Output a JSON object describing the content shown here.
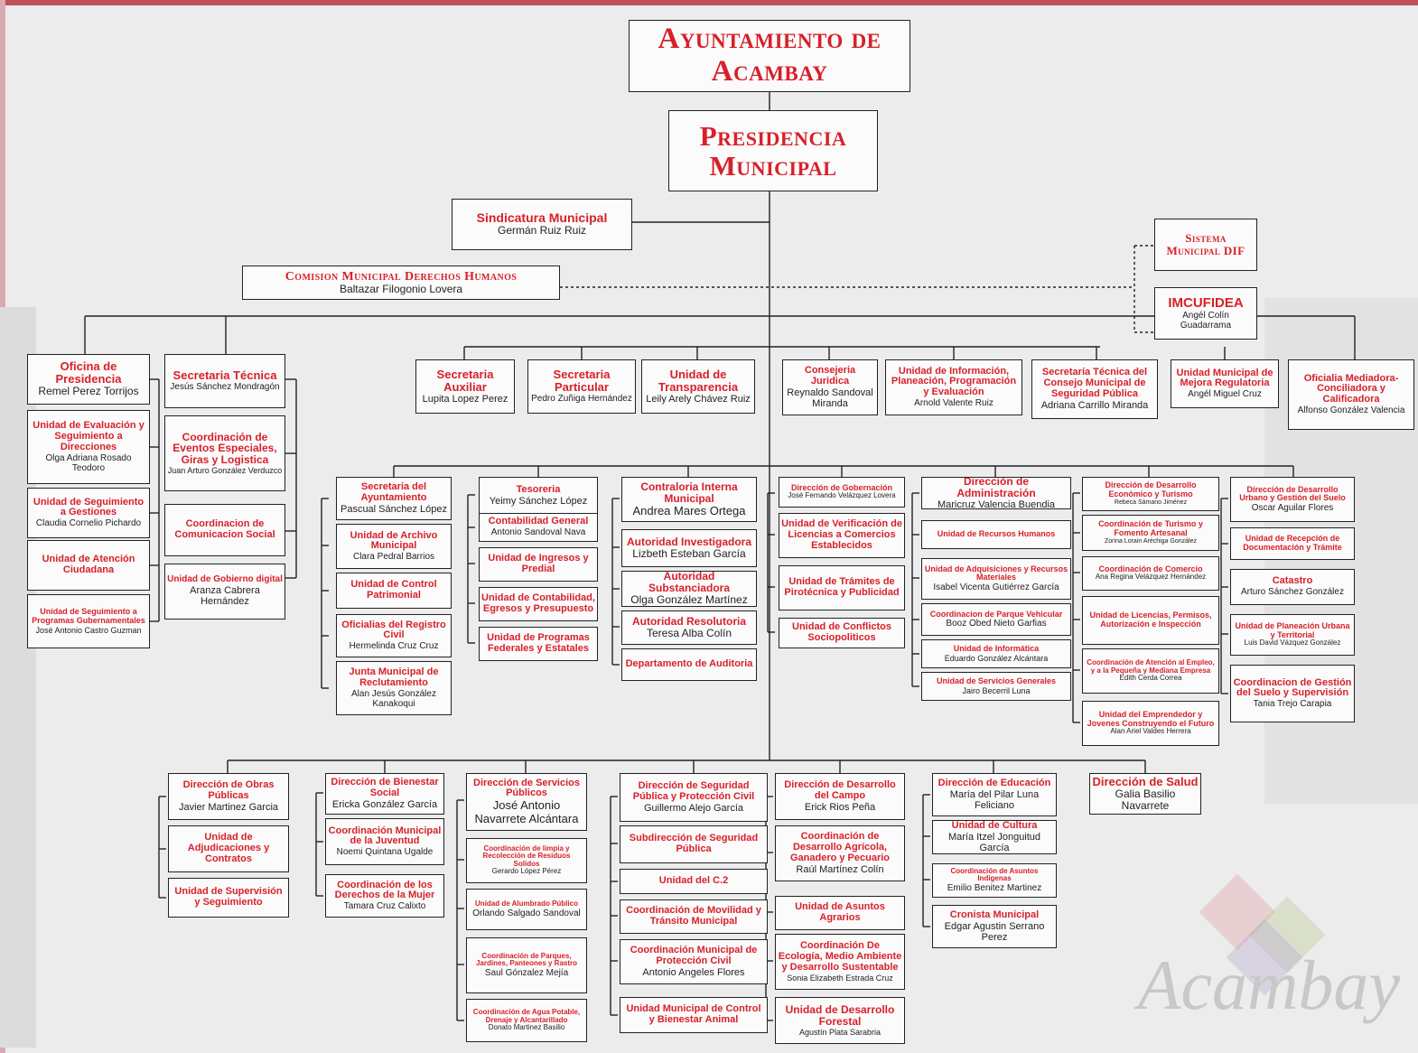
{
  "chart": {
    "boxes": [
      {
        "id": "ayuntamiento",
        "title": "Ayuntamiento de Acambay",
        "name": ""
      },
      {
        "id": "presidencia",
        "title": "Presidencia Municipal",
        "name": ""
      },
      {
        "id": "sindicatura",
        "title": "Sindicatura Municipal",
        "name": "Germán Ruiz Ruiz"
      },
      {
        "id": "derechos_humanos",
        "title": "Comision Municipal Derechos Humanos",
        "name": "Baltazar Filogonio Lovera"
      },
      {
        "id": "dif",
        "title": "Sistema Municipal DIF",
        "name": ""
      },
      {
        "id": "imcufidea",
        "title": "IMCUFIDEA",
        "name": "Angél Colín Guadarrama"
      },
      {
        "id": "oficina_presidencia",
        "title": "Oficina de Presidencia",
        "name": "Remel Perez Torrijos"
      },
      {
        "id": "u_evaluacion",
        "title": "Unidad de Evaluación y Seguimiento a Direcciones",
        "name": "Olga Adriana Rosado Teodoro"
      },
      {
        "id": "u_seguimiento_gestiones",
        "title": "Unidad de Seguimiento a Gestiones",
        "name": "Claudia Cornelio Pichardo"
      },
      {
        "id": "u_atencion_ciudadana",
        "title": "Unidad de Atención Ciudadana",
        "name": ""
      },
      {
        "id": "u_programas_gub",
        "title": "Unidad de Seguimiento a Programas Gubernamentales",
        "name": "José Antonio Castro Guzman"
      },
      {
        "id": "sec_tecnica",
        "title": "Secretaria Técnica",
        "name": "Jesús Sánchez Mondragón"
      },
      {
        "id": "coord_eventos",
        "title": "Coordinación de Eventos Especiales, Giras y Logistica",
        "name": "Juan Arturo González Verduzco"
      },
      {
        "id": "coord_comunicacion",
        "title": "Coordinacion de Comunicacion Social",
        "name": ""
      },
      {
        "id": "u_gobierno_digital",
        "title": "Unidad de Gobierno digital",
        "name": "Aranza Cabrera Hernández"
      },
      {
        "id": "sec_auxiliar",
        "title": "Secretaria Auxiliar",
        "name": "Lupita Lopez Perez"
      },
      {
        "id": "sec_particular",
        "title": "Secretaria Particular",
        "name": "Pedro Zuñiga Hernández"
      },
      {
        "id": "u_transparencia",
        "title": "Unidad de Transparencia",
        "name": "Leily Arely Chávez Ruiz"
      },
      {
        "id": "consejeria",
        "title": "Consejeria Juridica",
        "name": "Reynaldo Sandoval Miranda"
      },
      {
        "id": "u_informacion",
        "title": "Unidad de Información, Planeación, Programación y Evaluación",
        "name": "Arnold Valente Ruiz"
      },
      {
        "id": "sec_tec_seguridad",
        "title": "Secretaría Técnica del Consejo Municipal de Seguridad Pública",
        "name": "Adriana Carrillo Miranda"
      },
      {
        "id": "u_mejora",
        "title": "Unidad Municipal de Mejora Regulatoria",
        "name": "Angél Miguel Cruz"
      },
      {
        "id": "oficialia",
        "title": "Oficialia Mediadora-Conciliadora y Calificadora",
        "name": "Alfonso González Valencia"
      },
      {
        "id": "sec_ayuntamiento",
        "title": "Secretaria del Ayuntamiento",
        "name": "Pascual Sánchez López"
      },
      {
        "id": "archivo",
        "title": "Unidad de Archivo Municipal",
        "name": "Clara Pedral Barrios"
      },
      {
        "id": "control_patrimonial",
        "title": "Unidad de Control Patrimonial",
        "name": ""
      },
      {
        "id": "registro_civil",
        "title": "Oficialias del Registro Civil",
        "name": "Hermelinda Cruz Cruz"
      },
      {
        "id": "reclutamiento",
        "title": "Junta Municipal de Reclutamiento",
        "name": "Alan Jesús González Kanakoqui"
      },
      {
        "id": "tesoreria",
        "title": "Tesoreria",
        "name": "Yeimy Sánchez López"
      },
      {
        "id": "contabilidad_general",
        "title": "Contabilidad General",
        "name": "Antonio Sandoval Nava"
      },
      {
        "id": "ingresos",
        "title": "Unidad de Ingresos y Predial",
        "name": ""
      },
      {
        "id": "contabilidad_egresos",
        "title": "Unidad de Contabilidad, Egresos y Presupuesto",
        "name": ""
      },
      {
        "id": "programas_federales",
        "title": "Unidad de Programas Federales y Estatales",
        "name": ""
      },
      {
        "id": "contraloria",
        "title": "Contraloria Interna Municipal",
        "name": "Andrea Mares Ortega"
      },
      {
        "id": "aut_investigadora",
        "title": "Autoridad Investigadora",
        "name": "Lizbeth Esteban García"
      },
      {
        "id": "aut_substanciadora",
        "title": "Autoridad Substanciadora",
        "name": "Olga González Martínez"
      },
      {
        "id": "aut_resolutoria",
        "title": "Autoridad Resolutoria",
        "name": "Teresa Alba Colín"
      },
      {
        "id": "auditoria",
        "title": "Departamento de Auditoria",
        "name": ""
      },
      {
        "id": "gobernacion",
        "title": "Dirección de Gobernación",
        "name": "José Fernando Velázquez Lovera"
      },
      {
        "id": "verificacion",
        "title": "Unidad de Verificación de Licencias a Comercios Establecidos",
        "name": ""
      },
      {
        "id": "tramites_pirotecnica",
        "title": "Unidad de Trámites de Pirotécnica y Publicidad",
        "name": ""
      },
      {
        "id": "conflictos",
        "title": "Unidad de Conflictos Sociopoliticos",
        "name": ""
      },
      {
        "id": "administracion",
        "title": "Dirección de Administración",
        "name": "Maricruz Valencia Buendia"
      },
      {
        "id": "recursos_humanos",
        "title": "Unidad de Recursos Humanos",
        "name": ""
      },
      {
        "id": "adquisiciones",
        "title": "Unidad de Adquisiciones y Recursos Materiales",
        "name": "Isabel Vicenta Gutiérrez García"
      },
      {
        "id": "parque_vehicular",
        "title": "Coordinacion de Parque Vehicular",
        "name": "Booz Obed Nieto Garfias"
      },
      {
        "id": "informatica",
        "title": "Unidad de Informática",
        "name": "Eduardo González Alcántara"
      },
      {
        "id": "servicios_generales",
        "title": "Unidad de Servicios Generales",
        "name": "Jairo Becerril Luna"
      },
      {
        "id": "desarrollo_economico",
        "title": "Dirección de Desarrollo Económico y Turismo",
        "name": "Rebeca Sámano Jiménez"
      },
      {
        "id": "turismo",
        "title": "Coordinación de Turismo y Fomento Artesanal",
        "name": "Zorina Lorain Aréchiga González"
      },
      {
        "id": "comercio",
        "title": "Coordinación de Comercio",
        "name": "Ana Regina Velázquez Hernández"
      },
      {
        "id": "licencias",
        "title": "Unidad de Licencias, Permisos, Autorización e Inspección",
        "name": ""
      },
      {
        "id": "atencion_empleo",
        "title": "Coordinación de Atención al Empleo, y a la Pequeña y Mediana Empresa",
        "name": "Edith Cerda Correa"
      },
      {
        "id": "emprendedor",
        "title": "Unidad del Emprendedor y Jovenes Construyendo el Futuro",
        "name": "Alan Ariel Valdes Herrera"
      },
      {
        "id": "desarrollo_urbano",
        "title": "Dirección de Desarrollo Urbano y Gestión del Suelo",
        "name": "Oscar Aguilar Flores"
      },
      {
        "id": "recepcion_documentacion",
        "title": "Unidad de Recepción de Documentación y Trámite",
        "name": ""
      },
      {
        "id": "catastro",
        "title": "Catastro",
        "name": "Arturo Sánchez González"
      },
      {
        "id": "planeacion_urbana",
        "title": "Unidad de Planeación Urbana y Territorial",
        "name": "Luis David Vázquez González"
      },
      {
        "id": "gestion_suelo",
        "title": "Coordinacion de Gestión del Suelo y Supervisión",
        "name": "Tania Trejo Carapia"
      },
      {
        "id": "obras_publicas",
        "title": "Dirección de Obras Públicas",
        "name": "Javier Martinez Garcia"
      },
      {
        "id": "adjudicaciones",
        "title": "Unidad de Adjudicaciones y Contratos",
        "name": ""
      },
      {
        "id": "supervision",
        "title": "Unidad de Supervisión y Seguimiento",
        "name": ""
      },
      {
        "id": "bienestar_social",
        "title": "Dirección de Bienestar Social",
        "name": "Ericka González García"
      },
      {
        "id": "juventud",
        "title": "Coordinación Municipal de la Juventud",
        "name": "Noemi Quintana Ugalde"
      },
      {
        "id": "derechos_mujer",
        "title": "Coordinación de los Derechos de la Mujer",
        "name": "Tamara Cruz Calixto"
      },
      {
        "id": "servicios_publicos",
        "title": "Dirección de Servicios Públicos",
        "name": "José Antonio Navarrete Alcántara"
      },
      {
        "id": "limpia",
        "title": "Coordinación de limpia y Recolección de Residuos Solidos",
        "name": "Gerardo López Pérez"
      },
      {
        "id": "alumbrado",
        "title": "Unidad de Alumbrado Público",
        "name": "Orlando Salgado Sandoval"
      },
      {
        "id": "parques",
        "title": "Coordinación de Parques, Jardines, Panteones y Rastro",
        "name": "Saul Gónzalez Mejía"
      },
      {
        "id": "agua",
        "title": "Coordinación de Agua Potable, Drenaje y Alcantarillado",
        "name": "Donato Martinez Basilio"
      },
      {
        "id": "seguridad_publica",
        "title": "Dirección de Seguridad Pública y Protección Civil",
        "name": "Guillermo Alejo García"
      },
      {
        "id": "subdireccion_seguridad",
        "title": "Subdirección de Seguridad Pública",
        "name": ""
      },
      {
        "id": "c2",
        "title": "Unidad del C.2",
        "name": ""
      },
      {
        "id": "movilidad",
        "title": "Coordinación de Movilidad y Tránsito Municipal",
        "name": ""
      },
      {
        "id": "proteccion_civil",
        "title": "Coordinación Municipal de Protección Civil",
        "name": "Antonio Angeles Flores"
      },
      {
        "id": "bienestar_animal",
        "title": "Unidad Municipal de Control y Bienestar Animal",
        "name": ""
      },
      {
        "id": "desarrollo_campo",
        "title": "Dirección de Desarrollo del Campo",
        "name": "Erick Rios Peña"
      },
      {
        "id": "desarrollo_agricola",
        "title": "Coordinación de Desarrollo Agrícola, Ganadero y Pecuario",
        "name": "Raúl Martínez Colín"
      },
      {
        "id": "asuntos_agrarios",
        "title": "Unidad de Asuntos Agrarios",
        "name": ""
      },
      {
        "id": "ecologia",
        "title": "Coordinación De Ecología, Medio Ambiente y Desarrollo Sustentable",
        "name": "Sonia Elizabeth Estrada Cruz"
      },
      {
        "id": "desarrollo_forestal",
        "title": "Unidad de Desarrollo Forestal",
        "name": "Agustín Plata Sarabria"
      },
      {
        "id": "educacion",
        "title": "Dirección de Educación",
        "name": "María del Pilar Luna Feliciano"
      },
      {
        "id": "cultura",
        "title": "Unidad de Cultura",
        "name": "María Itzel Jonguitud García"
      },
      {
        "id": "asuntos_indigenas",
        "title": "Coordinación de Asuntos Indigenas",
        "name": "Emilio Benitez Martinez"
      },
      {
        "id": "cronista",
        "title": "Cronista Municipal",
        "name": "Edgar Agustin Serrano Perez"
      },
      {
        "id": "salud",
        "title": "Dirección de Salud",
        "name": "Galia Basilio Navarrete"
      }
    ]
  },
  "watermark": "Acambay",
  "colors": {
    "title_red": "#d8202a",
    "border": "#222222",
    "line": "#222222",
    "box_bg": "#fbfbfb",
    "page_bg": "#ececec"
  }
}
